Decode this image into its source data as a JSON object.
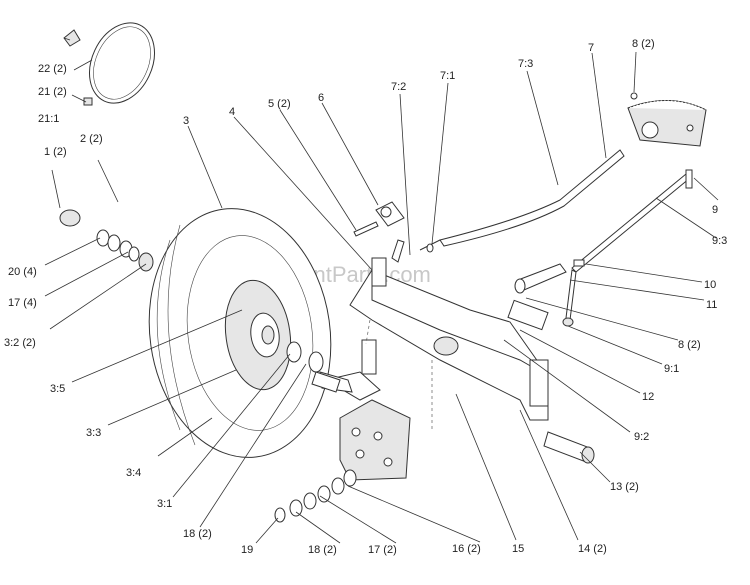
{
  "watermark": "eReplacementParts.com",
  "callouts": [
    {
      "id": "c-22",
      "text": "22 (2)"
    },
    {
      "id": "c-21",
      "text": "21 (2)"
    },
    {
      "id": "c-21-1",
      "text": "21:1"
    },
    {
      "id": "c-1",
      "text": "1 (2)"
    },
    {
      "id": "c-2",
      "text": "2 (2)"
    },
    {
      "id": "c-3",
      "text": "3"
    },
    {
      "id": "c-4",
      "text": "4"
    },
    {
      "id": "c-5",
      "text": "5 (2)"
    },
    {
      "id": "c-6",
      "text": "6"
    },
    {
      "id": "c-7-2",
      "text": "7:2"
    },
    {
      "id": "c-7-1",
      "text": "7:1"
    },
    {
      "id": "c-7-3",
      "text": "7:3"
    },
    {
      "id": "c-7",
      "text": "7"
    },
    {
      "id": "c-8a",
      "text": "8 (2)"
    },
    {
      "id": "c-9",
      "text": "9"
    },
    {
      "id": "c-9-3",
      "text": "9:3"
    },
    {
      "id": "c-10",
      "text": "10"
    },
    {
      "id": "c-11",
      "text": "11"
    },
    {
      "id": "c-8b",
      "text": "8 (2)"
    },
    {
      "id": "c-9-1",
      "text": "9:1"
    },
    {
      "id": "c-12",
      "text": "12"
    },
    {
      "id": "c-9-2",
      "text": "9:2"
    },
    {
      "id": "c-13",
      "text": "13 (2)"
    },
    {
      "id": "c-14",
      "text": "14 (2)"
    },
    {
      "id": "c-15",
      "text": "15"
    },
    {
      "id": "c-16",
      "text": "16 (2)"
    },
    {
      "id": "c-17b",
      "text": "17 (2)"
    },
    {
      "id": "c-18b",
      "text": "18 (2)"
    },
    {
      "id": "c-19",
      "text": "19"
    },
    {
      "id": "c-18a",
      "text": "18 (2)"
    },
    {
      "id": "c-3-1",
      "text": "3:1"
    },
    {
      "id": "c-3-4",
      "text": "3:4"
    },
    {
      "id": "c-3-3",
      "text": "3:3"
    },
    {
      "id": "c-3-5",
      "text": "3:5"
    },
    {
      "id": "c-3-2",
      "text": "3:2 (2)"
    },
    {
      "id": "c-17a",
      "text": "17 (4)"
    },
    {
      "id": "c-20",
      "text": "20 (4)"
    }
  ]
}
